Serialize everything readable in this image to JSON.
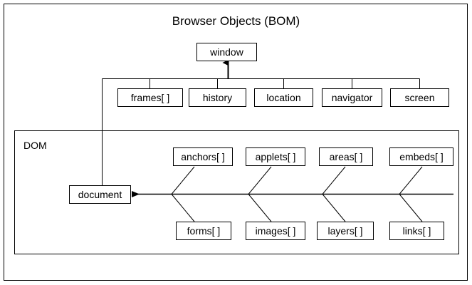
{
  "title": "Browser Objects (BOM)",
  "groups": {
    "dom_label": "DOM"
  },
  "root": {
    "label": "window"
  },
  "bom_objects": [
    {
      "label": "frames[ ]"
    },
    {
      "label": "history"
    },
    {
      "label": "location"
    },
    {
      "label": "navigator"
    },
    {
      "label": "screen"
    }
  ],
  "document_node": {
    "label": "document"
  },
  "dom_top_row": [
    {
      "label": "anchors[ ]"
    },
    {
      "label": "applets[ ]"
    },
    {
      "label": "areas[ ]"
    },
    {
      "label": "embeds[ ]"
    }
  ],
  "dom_bottom_row": [
    {
      "label": "forms[ ]"
    },
    {
      "label": "images[ ]"
    },
    {
      "label": "layers[ ]"
    },
    {
      "label": "links[ ]"
    }
  ],
  "colors": {
    "stroke": "#000000",
    "fill": "#ffffff",
    "text": "#000000"
  }
}
